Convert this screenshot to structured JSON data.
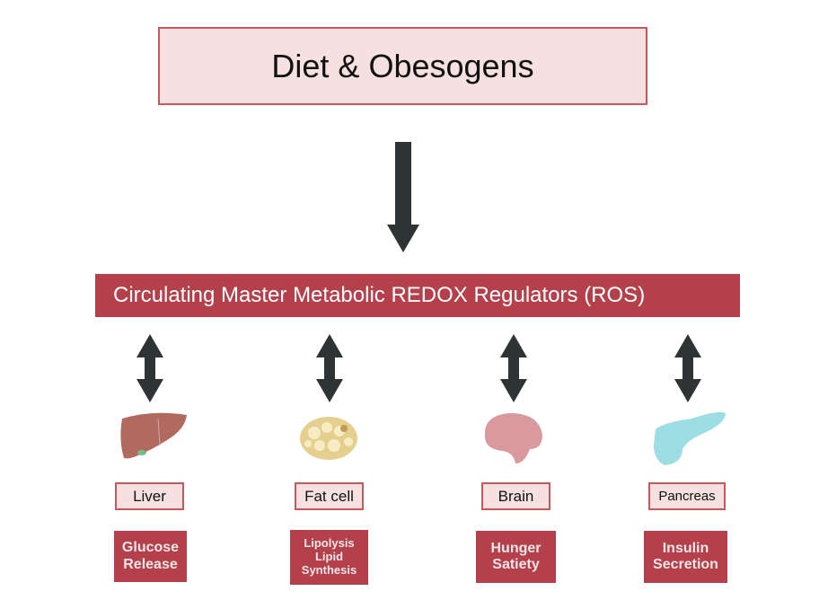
{
  "title": "Diet & Obesogens",
  "regulators": "Circulating Master Metabolic REDOX Regulators (ROS)",
  "organs": [
    {
      "name": "Liver",
      "function": [
        "Glucose",
        "Release"
      ]
    },
    {
      "name": "Fat cell",
      "function": [
        "Lipolysis",
        "Lipid",
        "Synthesis"
      ]
    },
    {
      "name": "Brain",
      "function": [
        "Hunger",
        "Satiety"
      ]
    },
    {
      "name": "Pancreas",
      "function": [
        "Insulin",
        "Secretion"
      ]
    }
  ],
  "colors": {
    "dark_red": "#b3404a",
    "light_pink": "#f7e0e0",
    "arrow": "#2e3333"
  }
}
